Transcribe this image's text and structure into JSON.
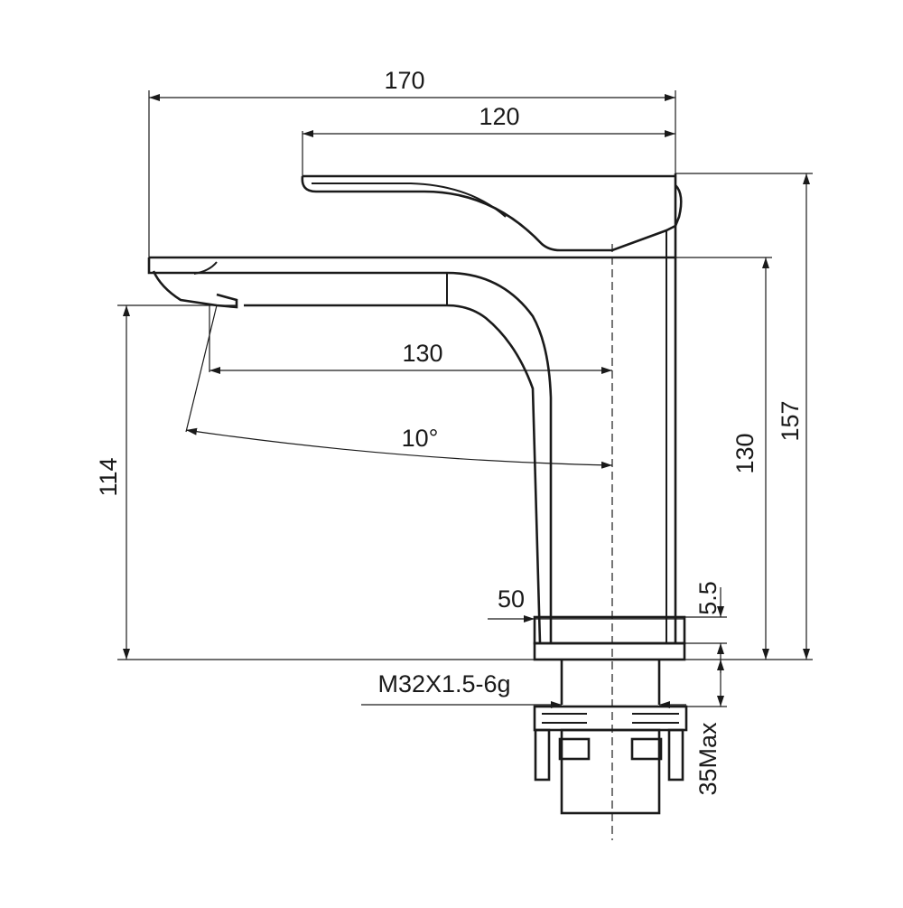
{
  "dimensions": {
    "overall_length": "170",
    "handle_length": "120",
    "spout_reach": "130",
    "spout_height": "114",
    "spout_angle": "10°",
    "body_height": "130",
    "total_height": "157",
    "base_diameter": "50",
    "base_thickness": "5.5",
    "thread_spec": "M32X1.5-6g",
    "mount_thickness": "35Max"
  }
}
